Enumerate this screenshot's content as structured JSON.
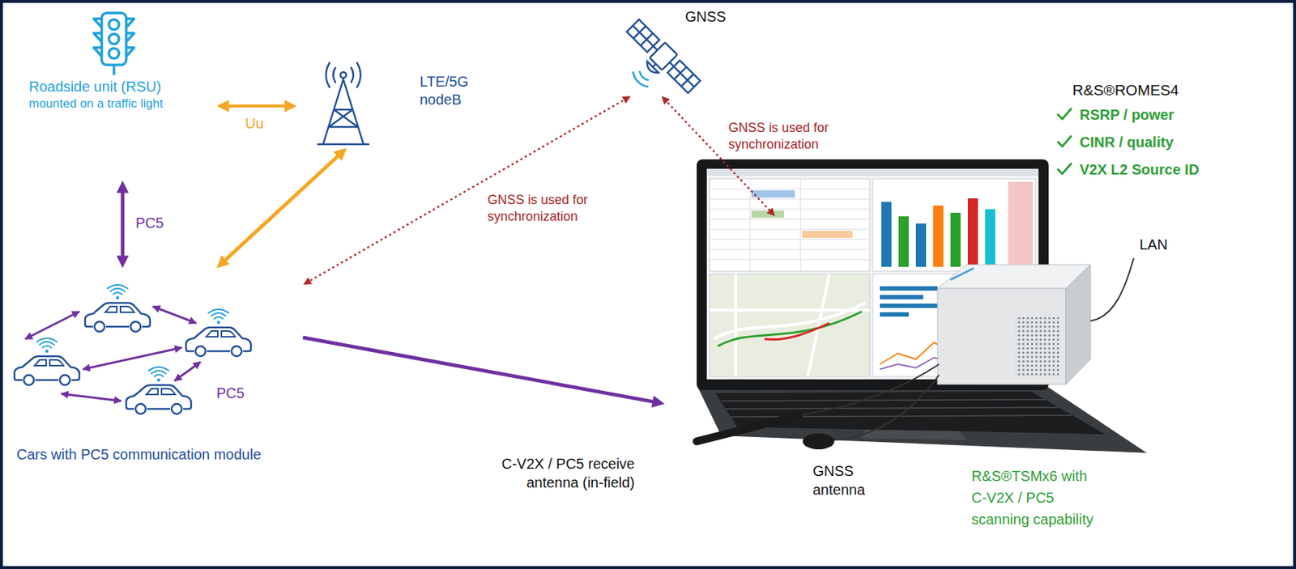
{
  "diagram": {
    "nodes": [
      {
        "text": [
          "Roadside unit (RSU)",
          "mounted on a traffic light"
        ]
      },
      {
        "text": [
          "LTE/5G nodeB"
        ]
      },
      {
        "text": [
          "GNSS"
        ]
      },
      {
        "text": [
          "R&S®ROMES4",
          "RSRP / power",
          "CINR / quality",
          "V2X L2 Source ID"
        ]
      },
      {
        "text": [
          "Cars with PC5 communication module"
        ]
      },
      {
        "text": [
          "C-V2X / PC5 receive antenna (in-field)"
        ]
      },
      {
        "text": [
          "R&S®TSMx6 with C-V2X / PC5 scanning capability"
        ]
      }
    ],
    "edges": [
      {
        "from": 0,
        "to": 1,
        "label": "Uu",
        "arrow": "both"
      },
      {
        "from": 0,
        "to": 4,
        "label": "PC5",
        "arrow": "both"
      },
      {
        "from": 1,
        "to": 4,
        "arrow": "both"
      },
      {
        "from": 2,
        "to": 4,
        "label": "GNSS is used for synchronization",
        "arrow": "both"
      },
      {
        "from": 2,
        "to": 3,
        "label": "GNSS is used for synchronization",
        "arrow": "both"
      },
      {
        "from": 4,
        "to": 5,
        "arrow": "to"
      }
    ],
    "labels": [
      "PC5",
      "LAN",
      "GNSS antenna"
    ]
  }
}
